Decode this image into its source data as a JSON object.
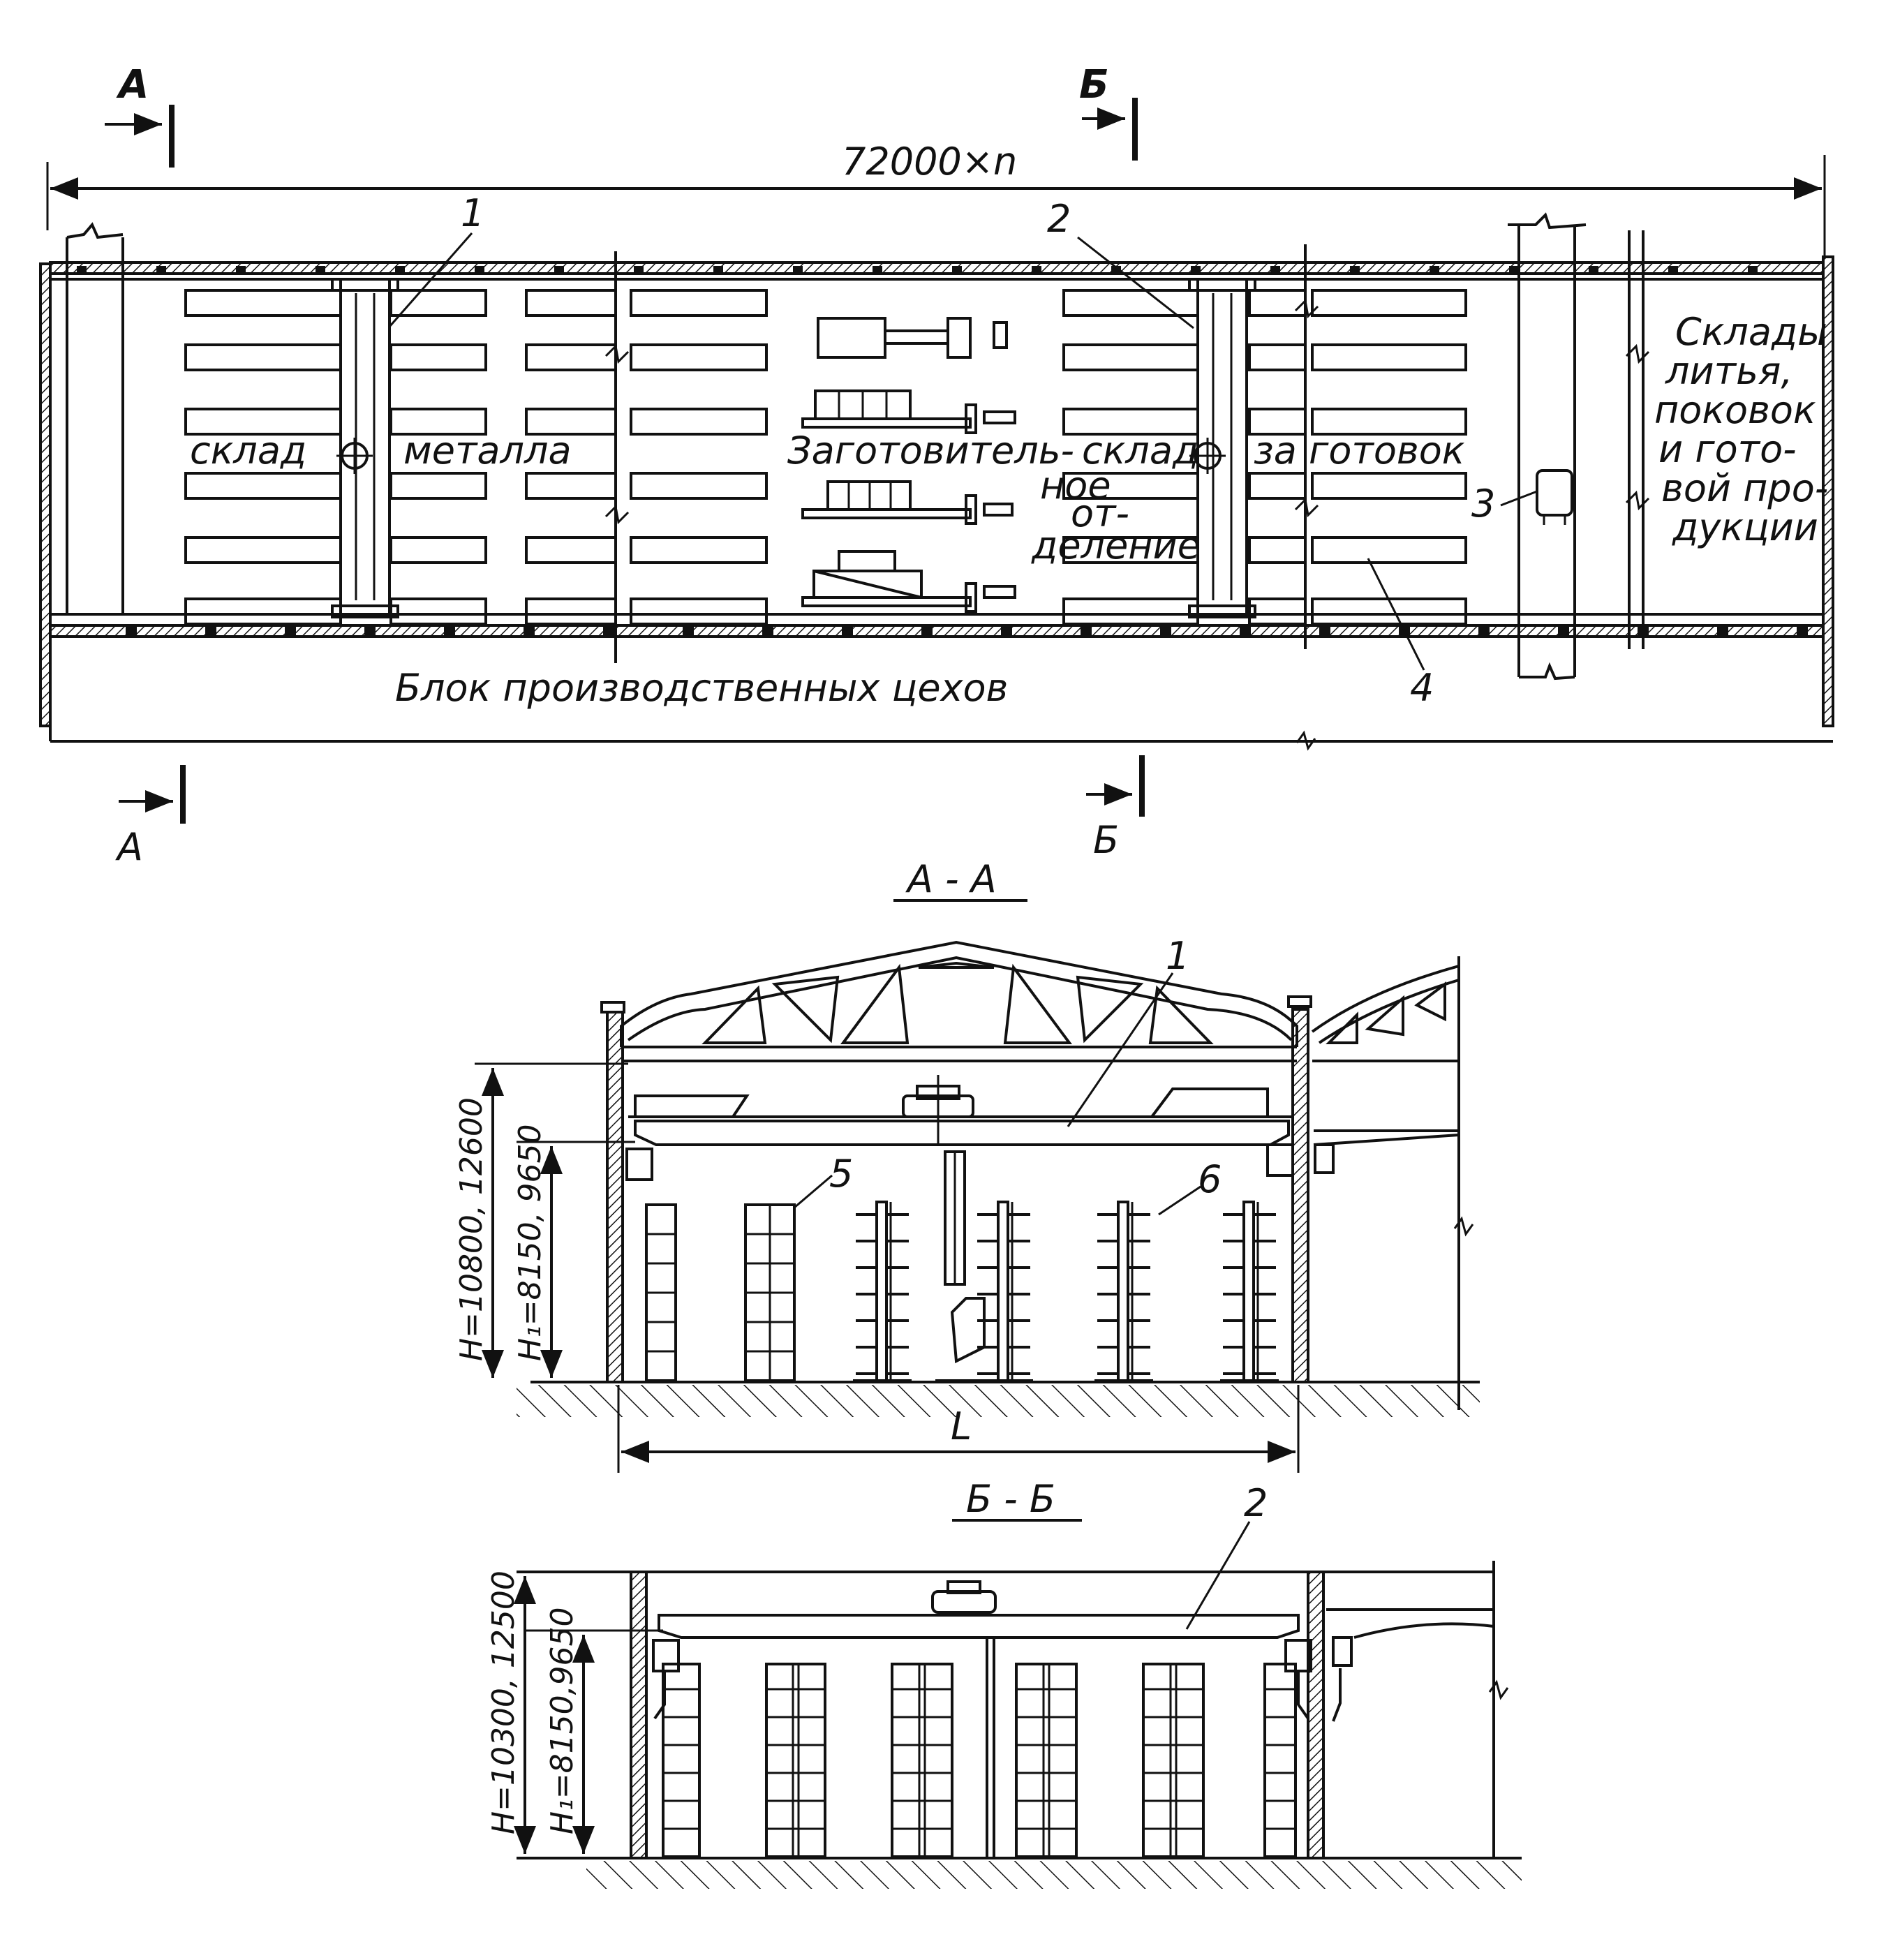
{
  "plan": {
    "section_a_top": "А",
    "section_b_top": "Б",
    "section_a_bottom": "А",
    "section_b_bottom": "Б",
    "overall_dim": "72000×n",
    "label_1": "1",
    "label_2": "2",
    "label_3": "3",
    "label_4": "4",
    "metal_store_word1": "склад",
    "metal_store_word2": "металла",
    "prep_line1": "Заготовитель-",
    "prep_line2": "ное",
    "prep_line3": "от-",
    "prep_line4": "деление",
    "blanks_word1": "склад",
    "blanks_word2": "за готовок",
    "stores_line1": "Склады",
    "stores_line2": "литья,",
    "stores_line3": "поковок",
    "stores_line4": "и гото-",
    "stores_line5": "вой про-",
    "stores_line6": "дукции",
    "production_block": "Блок производственных цехов"
  },
  "section_aa": {
    "title": "А - А",
    "label_1": "1",
    "label_5": "5",
    "label_6": "6",
    "dim_h": "H=10800, 12600",
    "dim_h1": "H₁=8150, 9650",
    "dim_l": "L"
  },
  "section_bb": {
    "title": "Б - Б",
    "label_2": "2",
    "dim_h": "H=10300, 12500",
    "dim_h1": "H₁=8150,9650"
  }
}
